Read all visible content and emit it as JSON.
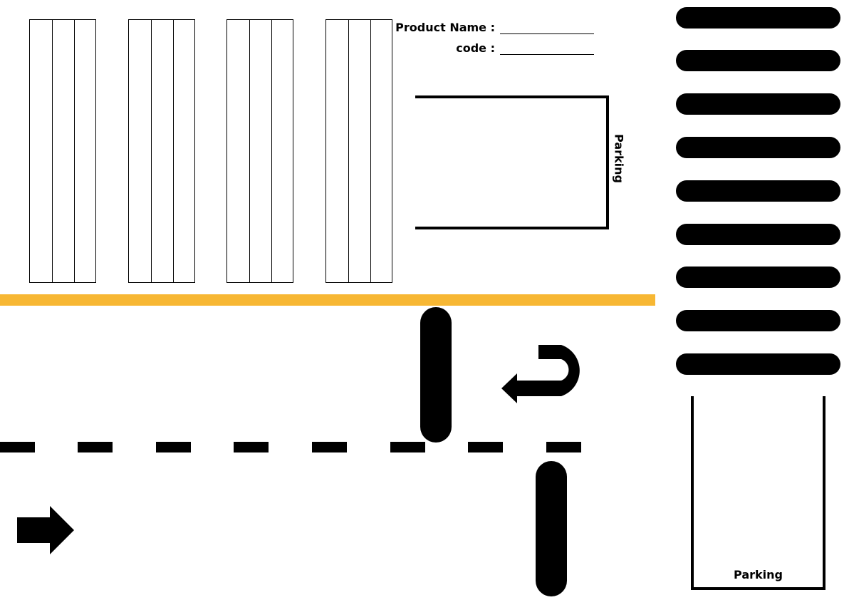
{
  "form": {
    "product_name_label": "Product Name :",
    "code_label": "code :"
  },
  "bays": {
    "top_label": "Parking",
    "bottom_label": "Parking"
  },
  "colors": {
    "curb": "#f7b733",
    "ink": "#000000"
  },
  "icons": {
    "u_turn": "u-turn-arrow-icon",
    "straight": "right-arrow-icon"
  }
}
